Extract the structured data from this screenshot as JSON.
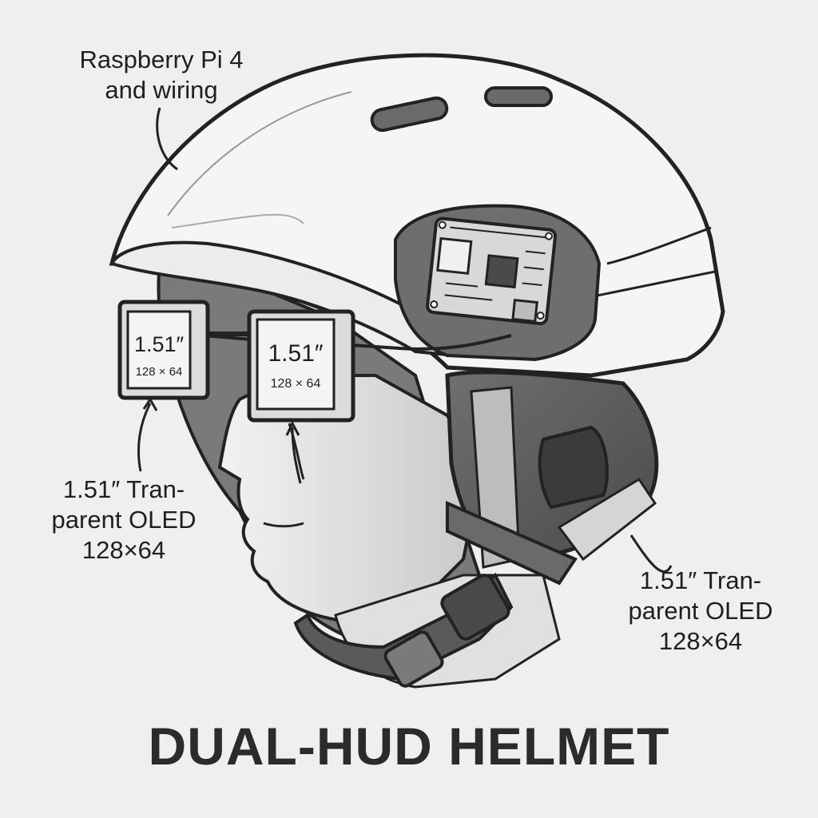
{
  "title": "DUAL-HUD HELMET",
  "labels": {
    "raspberry_pi": [
      "Raspberry Pi 4",
      "and wiring"
    ],
    "oled_left": [
      "1.51″ Tran-",
      "parent OLED",
      "128×64"
    ],
    "oled_right": [
      "1.51″ Tran-",
      "parent OLED",
      "128×64"
    ]
  },
  "displays": {
    "left": {
      "size": "1.51″",
      "resolution": "128 × 64"
    },
    "right": {
      "size": "1.51″",
      "resolution": "128 × 64"
    }
  },
  "colors": {
    "background": "#efefed",
    "line": "#222222",
    "helmet_shell": "#f4f4f2",
    "padding": "#5e5e5e",
    "skin": "#e6e6e4"
  }
}
